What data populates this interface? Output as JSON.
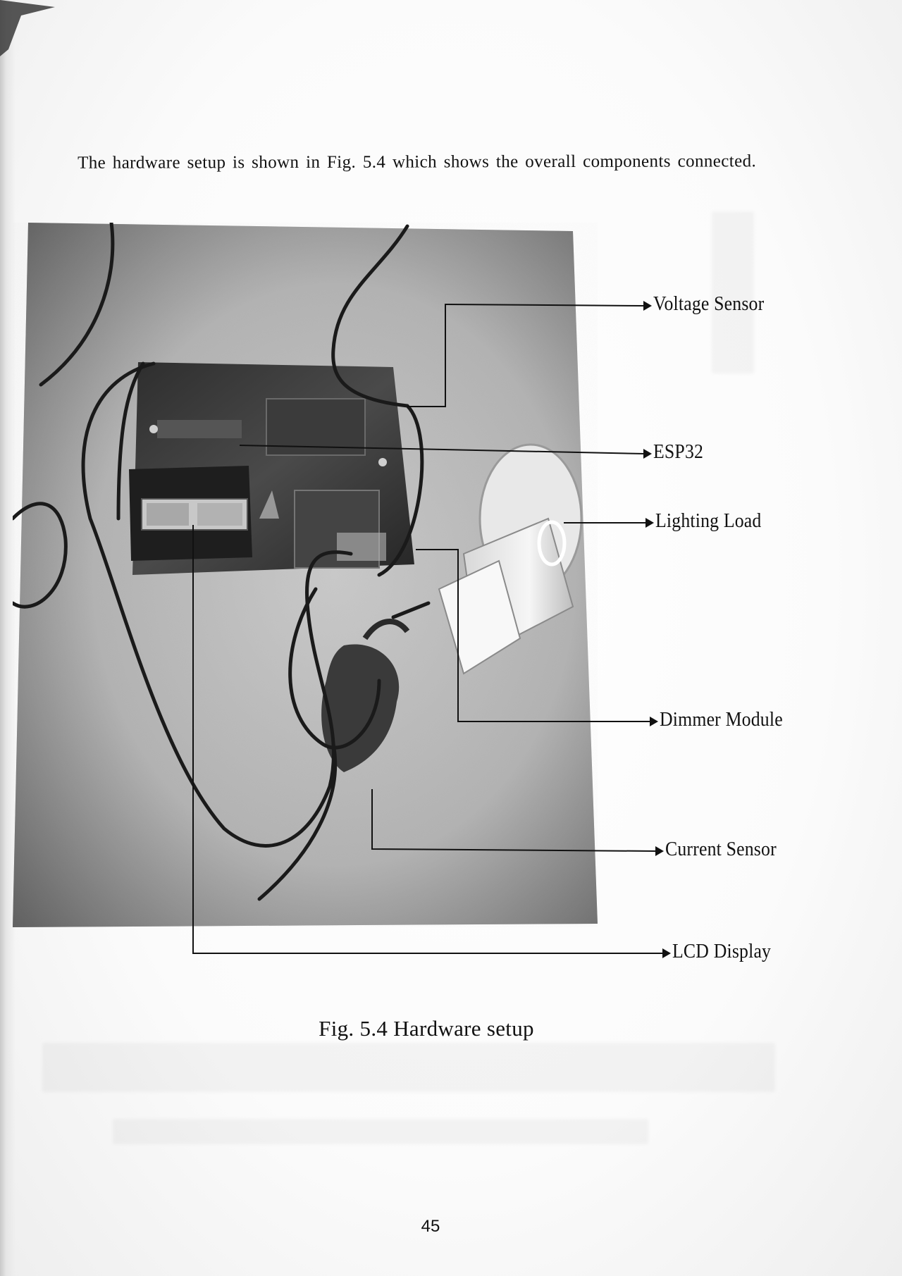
{
  "body_text": {
    "paragraph": "The hardware setup is shown in Fig. 5.4 which shows the overall components connected."
  },
  "figure": {
    "caption": "Fig. 5.4 Hardware setup",
    "photo_subject": "hardware setup photograph",
    "callouts": {
      "voltage_sensor": "Voltage Sensor",
      "esp32": "ESP32",
      "lighting_load": "Lighting Load",
      "dimmer_module": "Dimmer Module",
      "current_sensor": "Current Sensor",
      "lcd_display": "LCD Display"
    }
  },
  "page_number": "45"
}
